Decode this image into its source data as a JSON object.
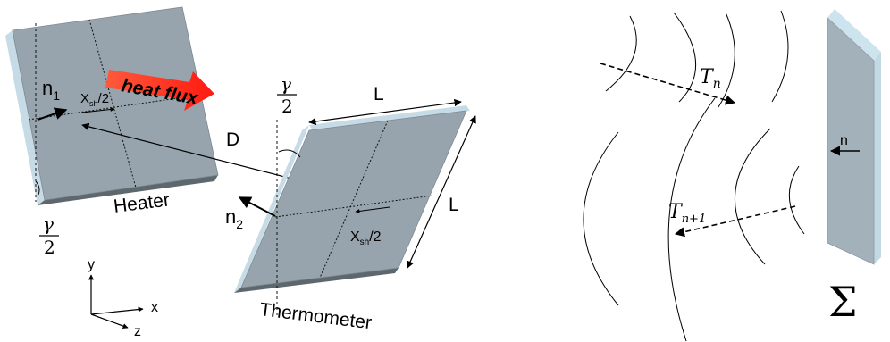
{
  "left_panel": {
    "heater_label": "Heater",
    "thermometer_label": "Thermometer",
    "heat_flux_label": "heat flux",
    "distance_label": "D",
    "length_label_top": "L",
    "length_label_side": "L",
    "normal_heater": {
      "base": "n",
      "sub": "1"
    },
    "normal_thermo": {
      "base": "n",
      "sub": "2"
    },
    "shift_heater": {
      "base": "X",
      "sub": "sh",
      "tail": "/2"
    },
    "shift_thermo": {
      "base": "X",
      "sub": "sh",
      "tail": "/2"
    },
    "angle_heater": {
      "num": "γ",
      "den": "2"
    },
    "angle_thermo": {
      "num": "γ",
      "den": "2"
    },
    "axes": {
      "y": "y",
      "x": "x",
      "z": "z"
    }
  },
  "right_panel": {
    "t_n": {
      "base": "T",
      "sub": "n"
    },
    "t_n1": {
      "base": "T",
      "sub": "n+1"
    },
    "normal_label": "n",
    "surface_label": "Σ"
  },
  "colors": {
    "plate_face": "#97a4ad",
    "plate_edge_light": "#c6dbe6",
    "plate_edge_dark": "#5a656b",
    "flux_arrow": "#ff2b1c",
    "surface_face": "#a3b1bb",
    "surface_edge": "#cde3ee"
  }
}
